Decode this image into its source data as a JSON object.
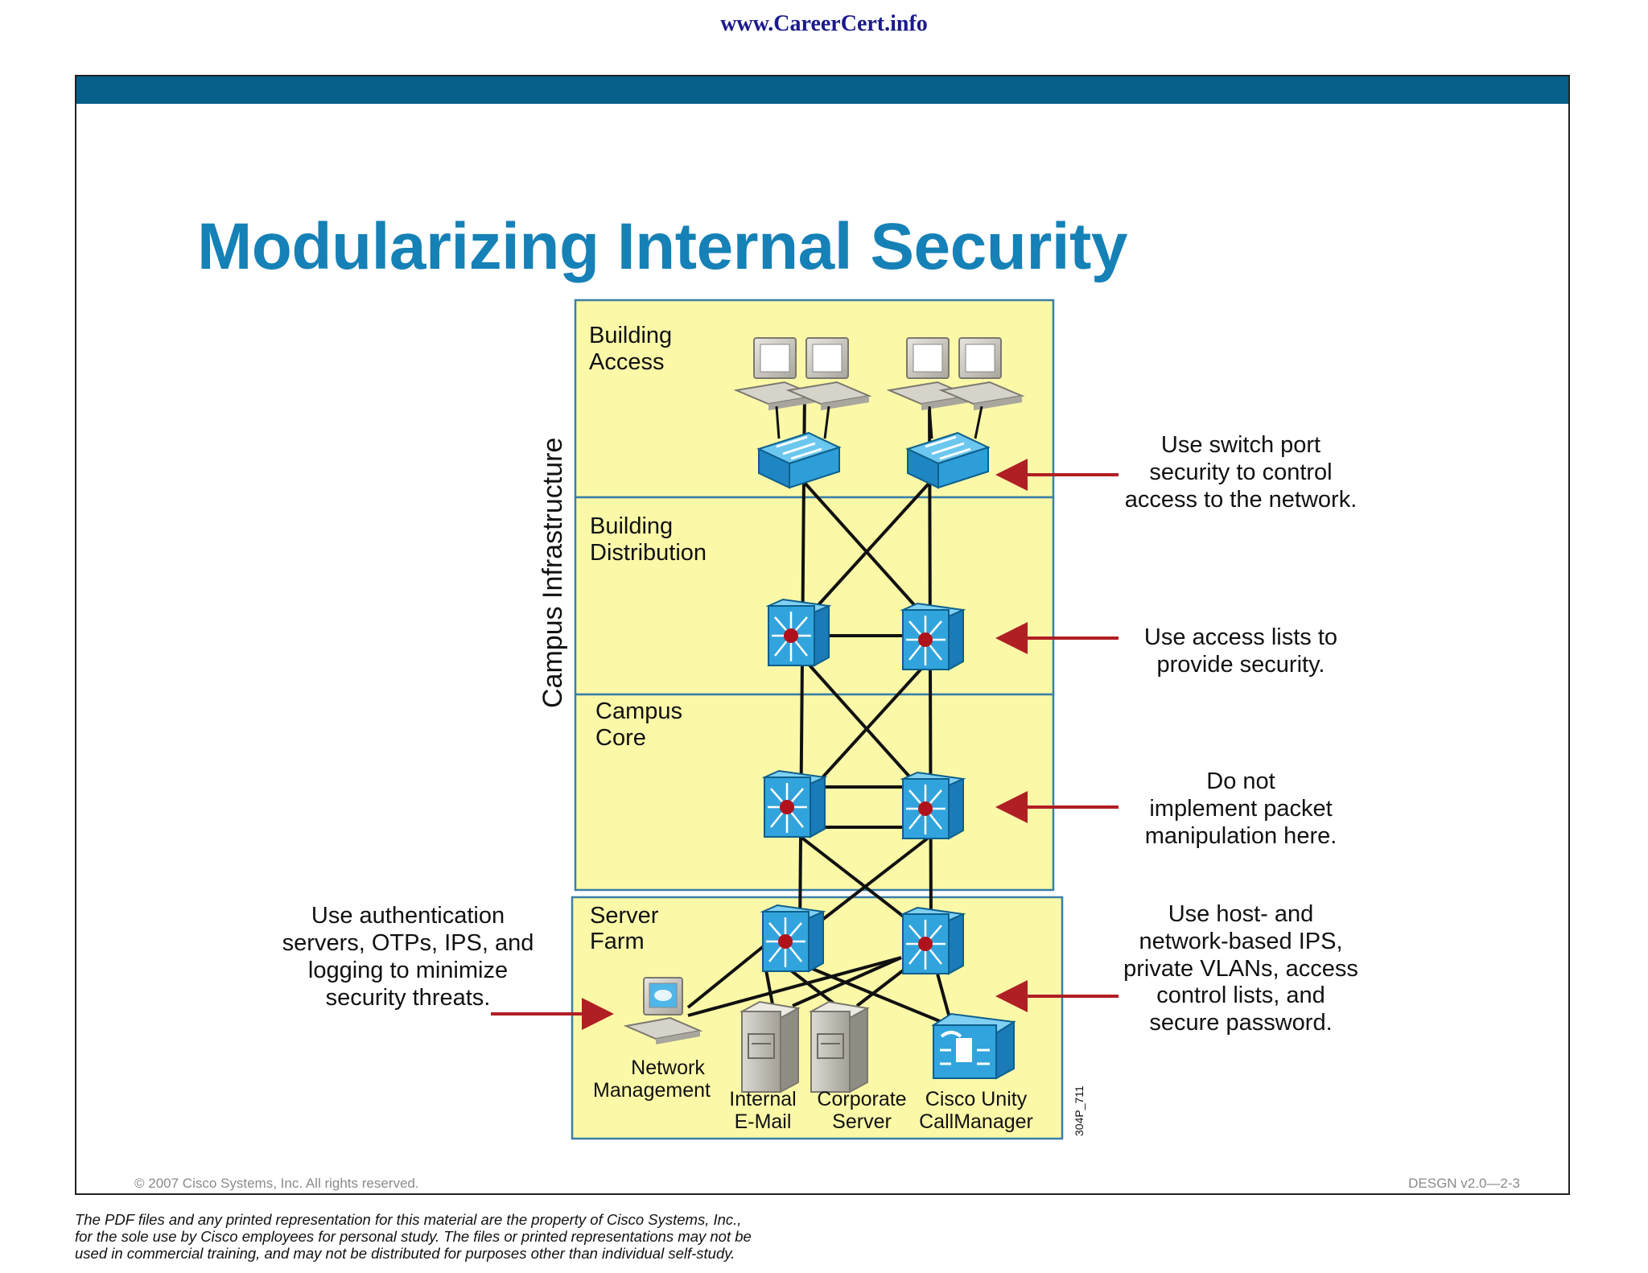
{
  "header_url": "www.CareerCert.info",
  "slide": {
    "title": "Modularizing Internal Security",
    "copyright": "© 2007 Cisco Systems, Inc. All rights reserved.",
    "course_code": "DESGN v2.0—2-3"
  },
  "diagram": {
    "vertical_label": "Campus Infrastructure",
    "figure_id": "304P_711",
    "modules": [
      {
        "line1": "Building",
        "line2": "Access"
      },
      {
        "line1": "Building",
        "line2": "Distribution"
      },
      {
        "line1": "Campus",
        "line2": "Core"
      },
      {
        "line1": "Server",
        "line2": "Farm"
      }
    ],
    "devices": {
      "network_management": [
        "Network",
        "Management"
      ],
      "internal_email": [
        "Internal",
        "E-Mail"
      ],
      "corporate_server": [
        "Corporate",
        "Server"
      ],
      "cisco_unity": [
        "Cisco Unity",
        "CallManager"
      ]
    },
    "callouts": {
      "access": [
        "Use switch port",
        "security to control",
        "access to the network."
      ],
      "distribution": [
        "Use access lists to",
        "provide security."
      ],
      "core": [
        "Do not",
        "implement packet",
        "manipulation here."
      ],
      "server_farm": [
        "Use host- and",
        "network-based IPS,",
        "private VLANs, access",
        "control lists, and",
        "secure password."
      ],
      "left": [
        "Use authentication",
        "servers, OTPs, IPS, and",
        "logging to minimize",
        "security threats."
      ]
    },
    "colors": {
      "module_fill": "#fbf9a8",
      "module_border": "#3a7fa8",
      "device_blue": "#2f9fd8",
      "arrow_red": "#b01f24"
    }
  },
  "disclaimer": [
    "The PDF files and any printed representation for this material are the property of Cisco Systems, Inc.,",
    "for the sole use by Cisco employees for personal study. The files or printed representations may not be",
    "used in commercial training, and may not be distributed for purposes other than individual self-study."
  ]
}
